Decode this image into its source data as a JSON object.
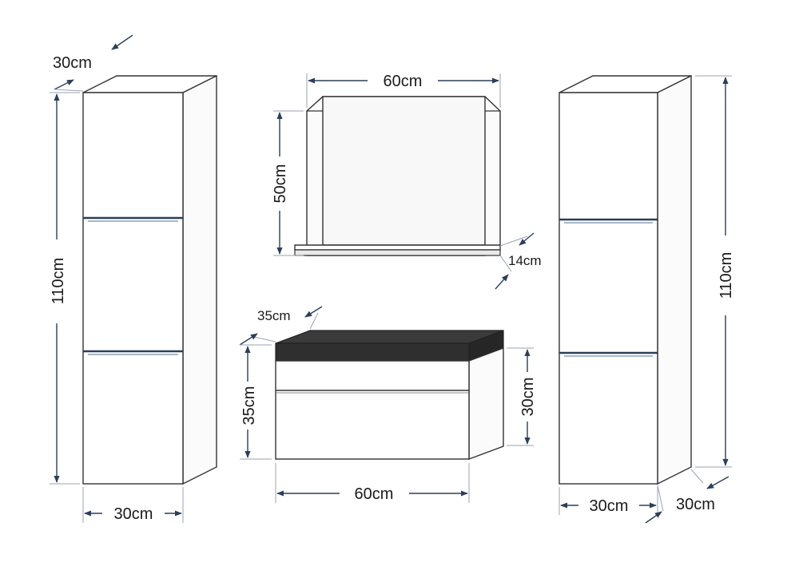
{
  "colors": {
    "dimension": "#2c3e5c",
    "outline": "#333333",
    "countertop": "#3a3a3a",
    "led_gap": "#2a3f58"
  },
  "left_cabinet": {
    "depth_label": "30cm",
    "height_label": "110cm",
    "width_label": "30cm"
  },
  "mirror": {
    "width_label": "60cm",
    "height_label": "50cm",
    "shelf_depth_label": "14cm"
  },
  "vanity": {
    "depth_label": "35cm",
    "total_height_label": "35cm",
    "cabinet_height_label": "30cm",
    "width_label": "60cm"
  },
  "right_cabinet": {
    "height_label": "110cm",
    "width_label": "30cm",
    "depth_label": "30cm"
  }
}
